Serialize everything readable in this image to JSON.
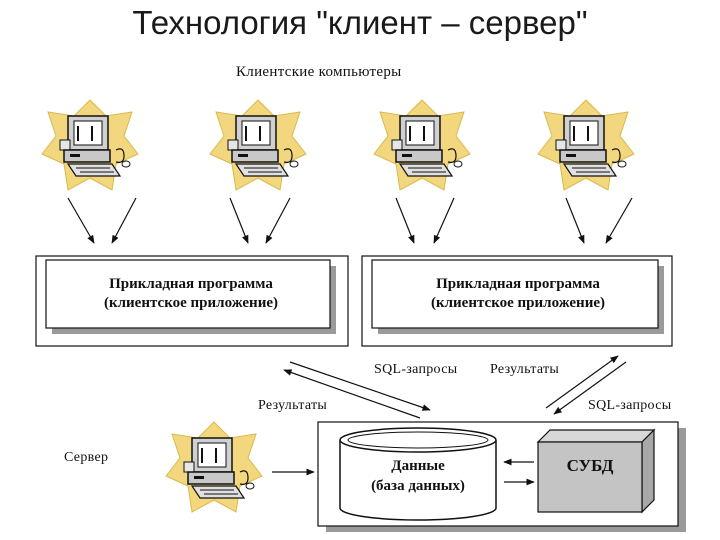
{
  "title": "Технология \"клиент – сервер\"",
  "labels": {
    "client_computers": "Клиентские компьютеры",
    "sql_requests_top": "SQL-запросы",
    "results_top": "Результаты",
    "results_left": "Результаты",
    "sql_requests_right": "SQL-запросы",
    "server": "Сервер"
  },
  "app_box": {
    "line1": "Прикладная программа",
    "line2": "(клиентское приложение)"
  },
  "database": {
    "line1": "Данные",
    "line2": "(база данных)"
  },
  "dbms": "СУБД",
  "colors": {
    "star": "#f3d77e",
    "computer_gray": "#c8c8c8",
    "dbms_gray": "#c4c4c4"
  },
  "icons": [
    "computer-icon",
    "star-burst",
    "database-cylinder",
    "cube"
  ]
}
